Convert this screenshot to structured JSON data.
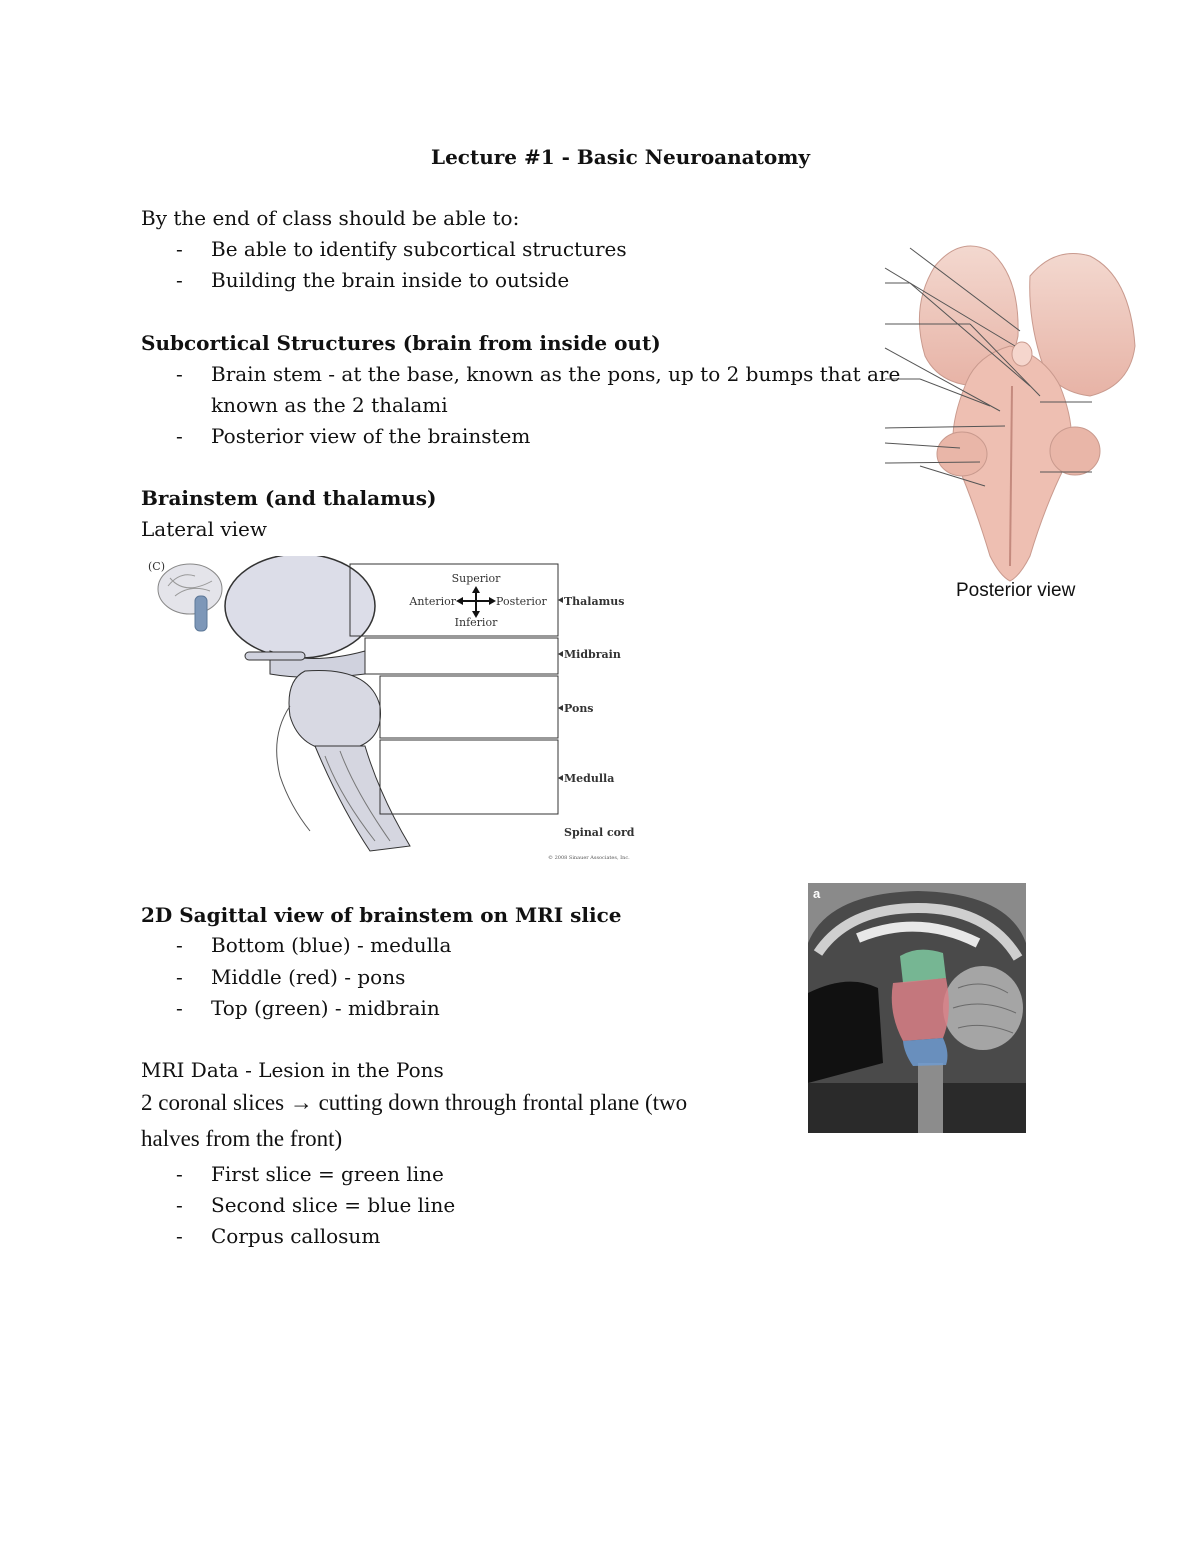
{
  "title": "Lecture #1 - Basic Neuroanatomy",
  "intro": "By the end of class should be able to:",
  "objectives": [
    "Be able to identify subcortical structures",
    "Building the brain inside to outside"
  ],
  "subcortical": {
    "heading": "Subcortical Structures (brain from inside out)",
    "items": [
      {
        "line1": "Brain stem - at the base, known as the pons, up to 2 bumps that are",
        "line2": "known as the 2 thalami"
      },
      {
        "line1": "Posterior view of the brainstem"
      }
    ]
  },
  "brainstem": {
    "heading": "Brainstem (and thalamus)",
    "subheading": "Lateral view"
  },
  "lateral_figure": {
    "panel_label": "(C)",
    "compass": {
      "superior": "Superior",
      "inferior": "Inferior",
      "anterior": "Anterior",
      "posterior": "Posterior"
    },
    "labels": [
      "Thalamus",
      "Midbrain",
      "Pons",
      "Medulla"
    ],
    "spinal_cord": "Spinal cord",
    "credit": "© 2008 Sinauer Associates, Inc."
  },
  "posterior_figure": {
    "caption": "Posterior view"
  },
  "mri_figure": {
    "panel_label": "a"
  },
  "sagittal": {
    "heading": "2D Sagittal view of brainstem on MRI slice",
    "items": [
      "Bottom (blue) - medulla",
      "Middle (red) - pons",
      "Top (green) - midbrain"
    ]
  },
  "mri_data": {
    "heading": "MRI Data - Lesion in the Pons",
    "big_line1": "2 coronal slices → cutting down through frontal plane (two",
    "big_line2": "halves from the front)",
    "items": [
      "First slice = green line",
      "Second slice = blue line",
      "Corpus callosum"
    ]
  },
  "colors": {
    "green": "#7ec9a0",
    "red": "#d97f86",
    "blue": "#6f9bd1"
  }
}
